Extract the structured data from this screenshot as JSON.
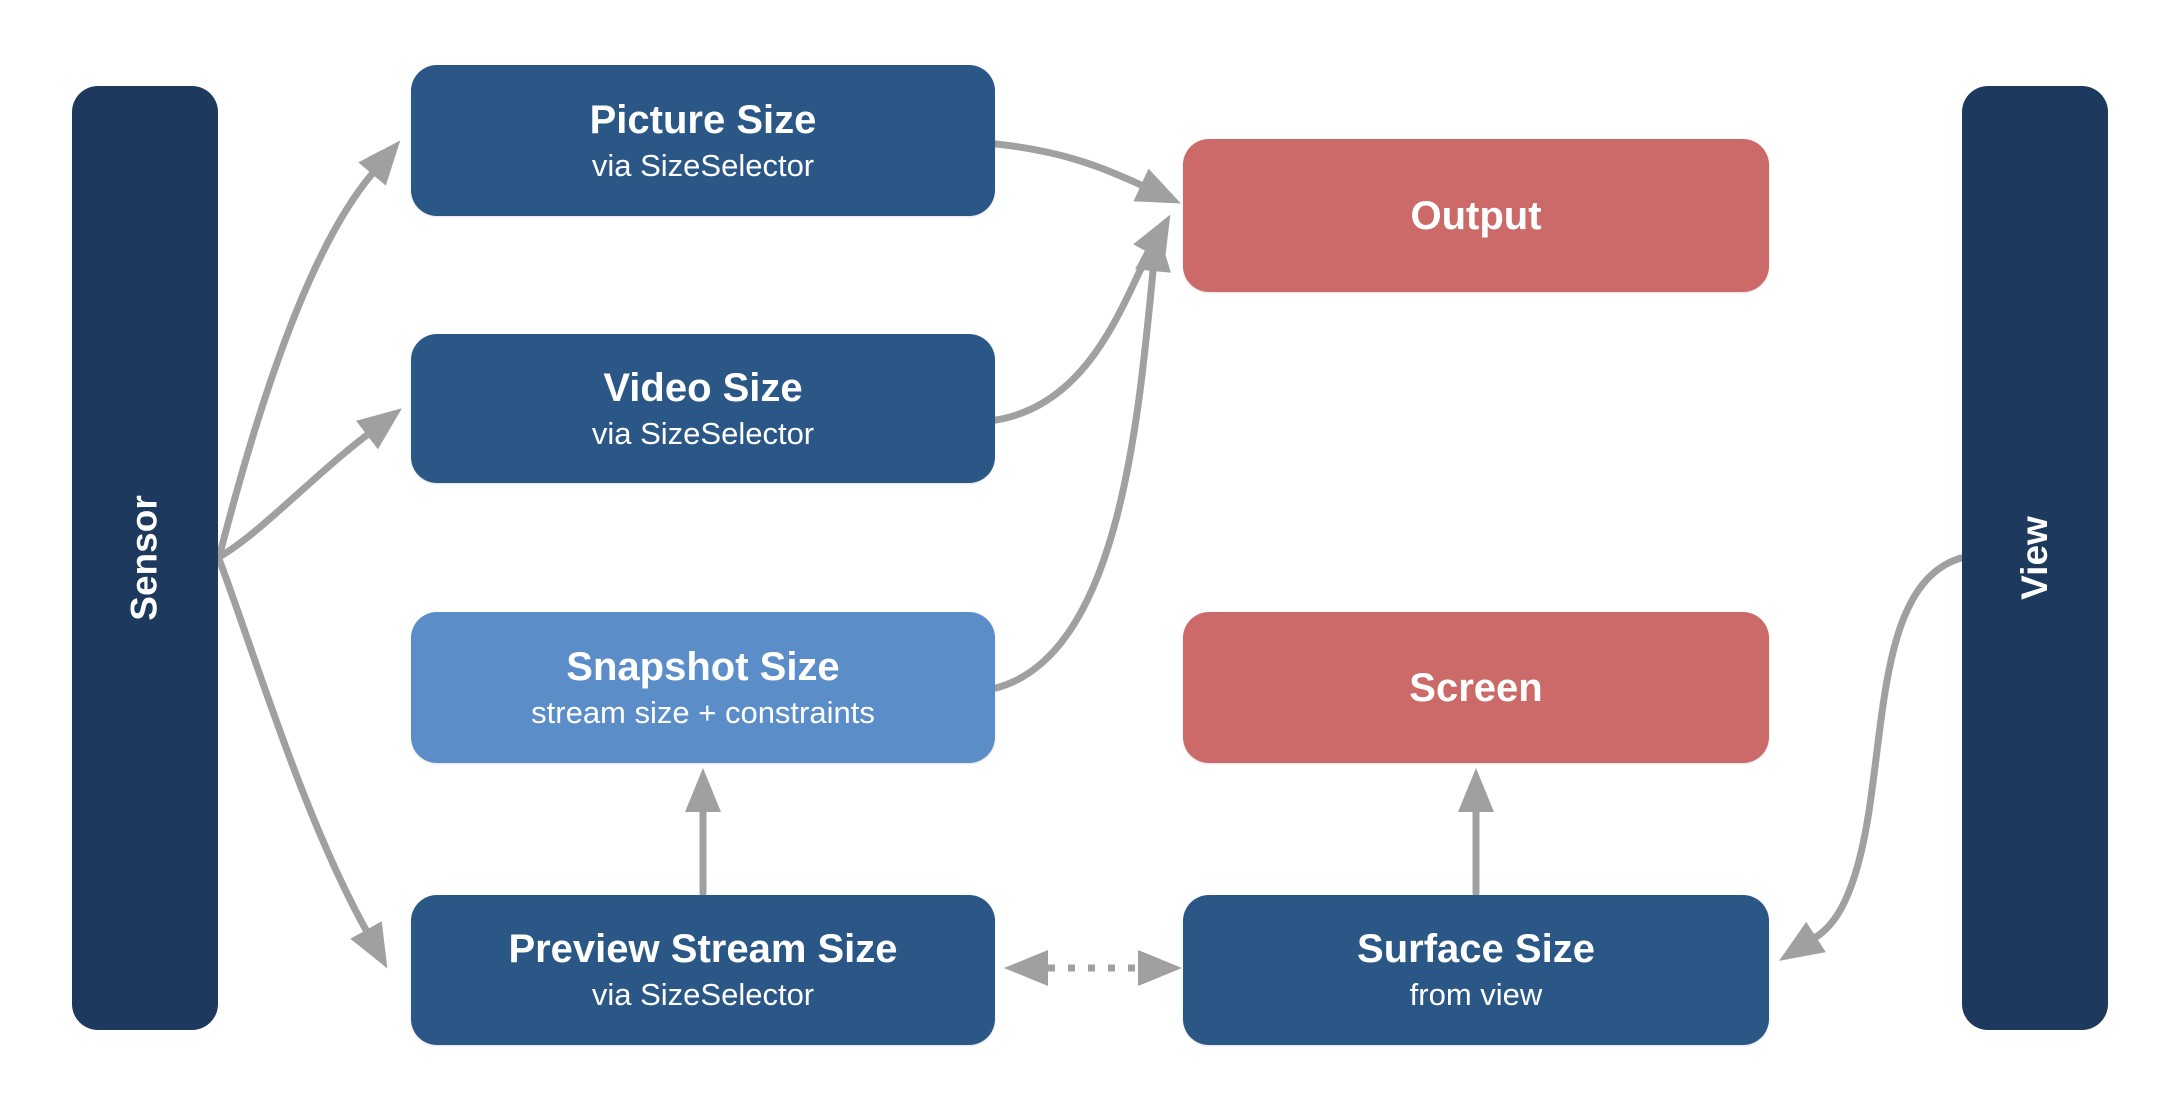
{
  "palette": {
    "background": "#ffffff",
    "lane_fill": "#1d3a5e",
    "node_blue": "#2b5787",
    "node_light_blue": "#5b8dc8",
    "node_red": "#cb6a68",
    "arrow_gray": "#a0a0a0",
    "text_white": "#ffffff"
  },
  "lanes": {
    "sensor": {
      "label": "Sensor"
    },
    "view": {
      "label": "View"
    }
  },
  "nodes": {
    "picture_size": {
      "title": "Picture Size",
      "subtitle": "via SizeSelector"
    },
    "video_size": {
      "title": "Video Size",
      "subtitle": "via SizeSelector"
    },
    "snapshot_size": {
      "title": "Snapshot Size",
      "subtitle": "stream size + constraints"
    },
    "preview_stream_size": {
      "title": "Preview Stream Size",
      "subtitle": "via SizeSelector"
    },
    "output": {
      "title": "Output"
    },
    "screen": {
      "title": "Screen"
    },
    "surface_size": {
      "title": "Surface Size",
      "subtitle": "from view"
    }
  },
  "edges": [
    {
      "from": "Sensor",
      "to": "Picture Size",
      "style": "solid-curve"
    },
    {
      "from": "Sensor",
      "to": "Video Size",
      "style": "solid-curve"
    },
    {
      "from": "Sensor",
      "to": "Preview Stream Size",
      "style": "solid-curve"
    },
    {
      "from": "Picture Size",
      "to": "Output",
      "style": "solid-curve"
    },
    {
      "from": "Video Size",
      "to": "Output",
      "style": "solid-curve"
    },
    {
      "from": "Snapshot Size",
      "to": "Output",
      "style": "solid-curve"
    },
    {
      "from": "Preview Stream Size",
      "to": "Snapshot Size",
      "style": "solid-straight-up"
    },
    {
      "from": "Surface Size",
      "to": "Screen",
      "style": "solid-straight-up"
    },
    {
      "from": "Preview Stream Size",
      "to": "Surface Size",
      "style": "dotted-bidirectional"
    },
    {
      "from": "View",
      "to": "Surface Size",
      "style": "solid-curve"
    }
  ]
}
